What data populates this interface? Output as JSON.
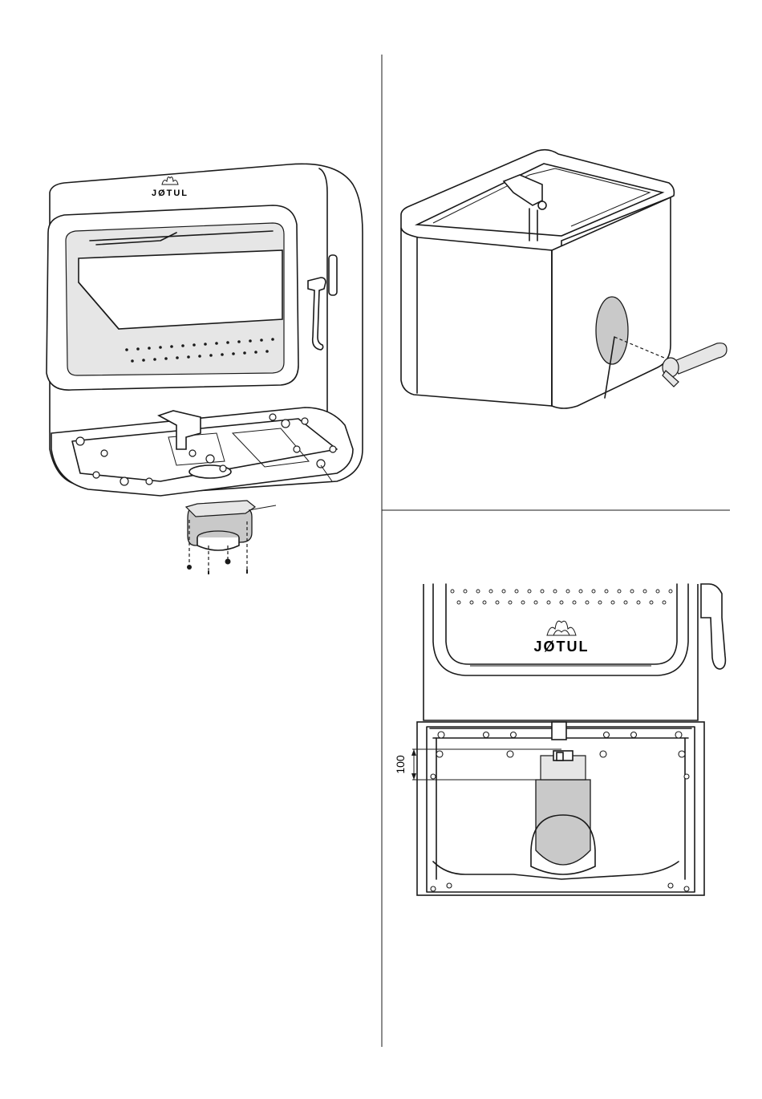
{
  "figures": {
    "stove_bottom_view": {
      "brand_logo": "JØTUL",
      "logo_icon": "flame-logo-icon"
    },
    "stove_outer_shell": {
      "plug_icon": "knockout-plug-icon"
    },
    "stove_front_view": {
      "brand_logo": "JØTUL",
      "logo_icon": "flame-logo-icon",
      "dimension_label": "100"
    }
  },
  "colors": {
    "line": "#1a1a1a",
    "fill_grey": "#c9c9c9",
    "fill_light": "#e6e6e6",
    "background": "#ffffff"
  }
}
